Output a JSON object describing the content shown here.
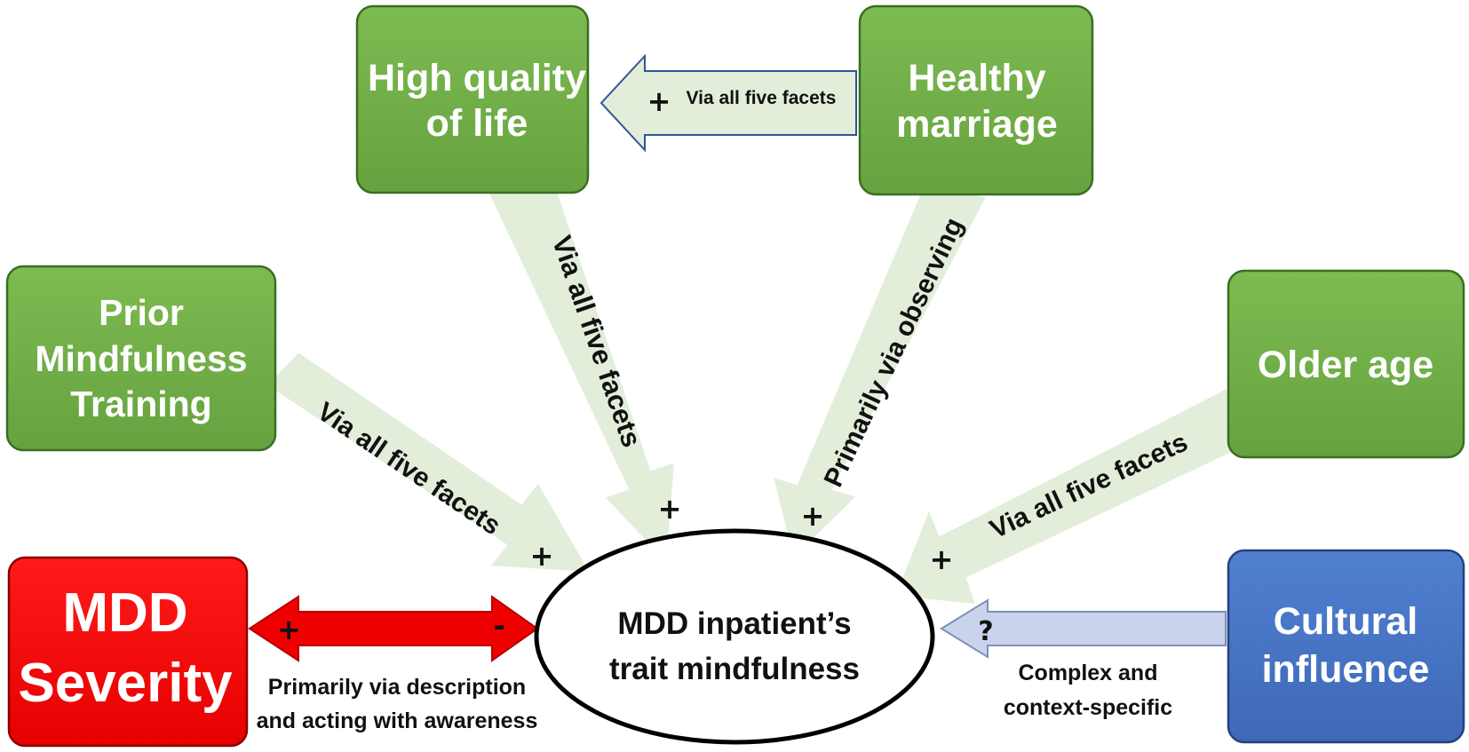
{
  "colors": {
    "green_box": "#70ad47",
    "green_box_edge": "#4f8a2d",
    "red_box": "#f20000",
    "blue_box": "#4472c4",
    "arrow_fill": "#e2eed9",
    "arrow_edge": "#2f5597",
    "red_arrow": "#ee0000",
    "blue_arrow": "#c9d4ec"
  },
  "nodes": {
    "quality": {
      "line1": "High quality",
      "line2": "of life"
    },
    "marriage": {
      "line1": "Healthy",
      "line2": "marriage"
    },
    "training": {
      "line1": "Prior",
      "line2": "Mindfulness",
      "line3": "Training"
    },
    "age": {
      "line1": "Older age"
    },
    "severity": {
      "line1": "MDD",
      "line2": "Severity"
    },
    "culture": {
      "line1": "Cultural",
      "line2": "influence"
    },
    "center": {
      "line1": "MDD inpatient’s",
      "line2": "trait mindfulness"
    }
  },
  "links": {
    "marriage_to_quality": {
      "label": "Via all five facets",
      "sign": "+"
    },
    "quality_to_center": {
      "label": "Via all five facets",
      "sign": "+"
    },
    "marriage_to_center": {
      "label": "Primarily via observing",
      "sign": "+"
    },
    "training_to_center": {
      "label": "Via all five facets",
      "sign": "+"
    },
    "age_to_center": {
      "label": "Via all five facets",
      "sign": "+"
    },
    "severity_center": {
      "label_line1": "Primarily via description",
      "label_line2": "and acting with awareness",
      "sign_left": "+",
      "sign_right": "-"
    },
    "culture_to_center": {
      "label_line1": "Complex and",
      "label_line2": "context-specific",
      "sign": "?"
    }
  }
}
